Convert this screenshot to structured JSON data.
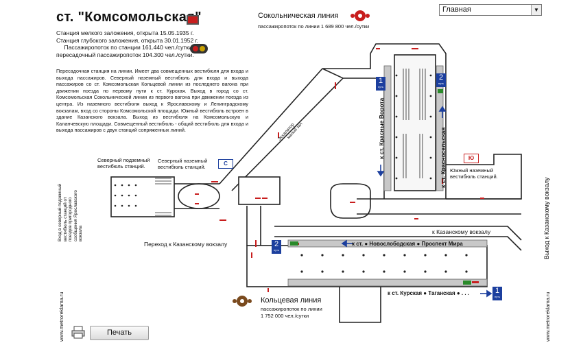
{
  "station": {
    "title": "ст. \"Комсомольская\"",
    "info": [
      "Станция мелкого заложения, открыта 15.05.1935 г.",
      "Станция глубокого заложения, открыта 30.01.1952 г.",
      "Пассажиропоток по станции 161.440 чел./сутки,",
      "пересадочный пассажиропоток 104.300 чел./сутки."
    ],
    "description": "Пересадочная станция на линии. Имеет два совмещенных вестибюля для входа и выхода пассажиров. Северный наземный вестибюль для входа и выхода пассажиров со ст. Комсомольская Кольцевой линии из последнего вагона при движении поезда по первому пути к ст. Курская. Выход в город со ст. Комсомольская Сокольнической линии из первого вагона при движении поезда из центра. Из наземного вестибюля выход к Ярославскому и Ленинградскому вокзалам, вход со стороны Комсомольской площади. Южный вестибюль встроен в здание Казанского вокзала. Выход из вестибюля на Комсомольскую и Каланчевскую площади. Совмещенный вестибюль - общий вестибюль для входа и выхода пассажиров с двух станций сопряженных линий."
  },
  "sokol_line": {
    "name": "Сокольническая линия",
    "flow": "пассажиропоток по линии  1 689 800 чел./сутки"
  },
  "ring_line": {
    "name": "Кольцевая линия",
    "flow_label": "пассажиропоток по линии",
    "flow_value": "1 752 000 чел./сутки"
  },
  "dropdown": {
    "selected": "Главная"
  },
  "print_button": "Печать",
  "labels": {
    "north_underground": "Северный подземный\nвестибюль станций.",
    "north_ground": "Северный наземный\nвестибюль станций.",
    "south_ground": "Южный наземный\nвестибюль станций.",
    "perehod_kazan": "Переход к Казанскому вокзалу",
    "to_kazan": "к Казанскому вокзалу",
    "exit_kazan": "Выход к Казанскому вокзалу",
    "escalator": "Эскалатор",
    "small_hall": "малый зал",
    "krasnye_vorota": "к ст. Красные Ворота",
    "krasnoselskaya": "к ст. Красносельская",
    "novoslobodskaya": "к ст. ● Новослободская ● Проспект Мира",
    "kurskaya": "к ст. Курская ● Таганская ● . . .",
    "put1": "1",
    "put2": "2",
    "put_word": "путь",
    "c_badge": "С",
    "yu_badge": "Ю",
    "side_note": "Вход в северный подземный вестибюль станций от поездов пригородного сообщения Ярославского вокзала",
    "watermark": "www.metroreklama.ru"
  },
  "colors": {
    "accent_red": "#c81e1e",
    "metro_blue": "#1c3f9e",
    "ring_brown": "#7a4a1e",
    "platform_grey": "#c8c8c8"
  }
}
